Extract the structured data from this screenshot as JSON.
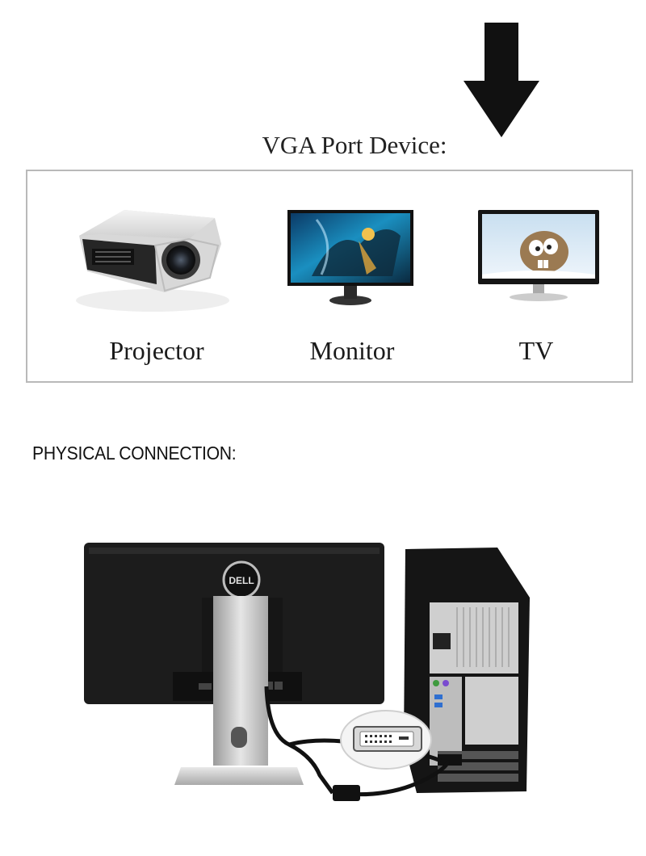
{
  "heading": "VGA Port Device:",
  "devices": [
    {
      "label": "Projector",
      "icon": "projector-icon"
    },
    {
      "label": "Monitor",
      "icon": "monitor-icon"
    },
    {
      "label": "TV",
      "icon": "tv-icon"
    }
  ],
  "section_title": "PHYSICAL CONNECTION:",
  "monitor_brand": "DELL",
  "colors": {
    "arrow": "#111111",
    "box_border": "#b9b9b9",
    "monitor_back": "#1c1c1c",
    "stand": "#c9c9c9",
    "tower": "#151515"
  }
}
